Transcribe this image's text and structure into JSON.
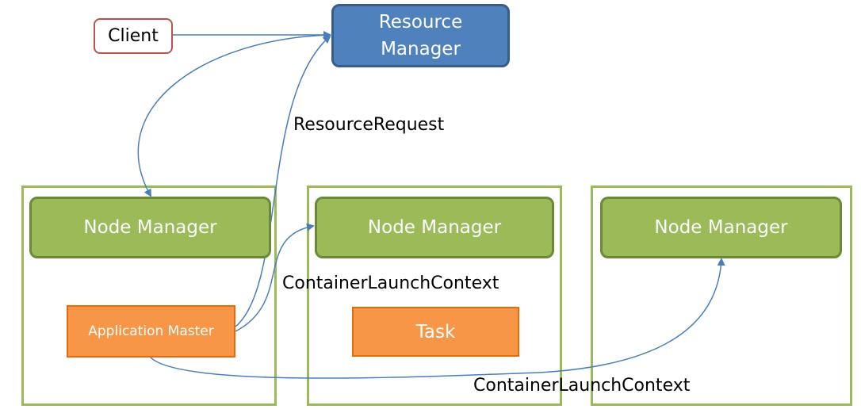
{
  "client": {
    "label": "Client"
  },
  "resource_manager": {
    "label": "Resource\nManager"
  },
  "node_managers": [
    {
      "label": "Node Manager"
    },
    {
      "label": "Node Manager"
    },
    {
      "label": "Node Manager"
    }
  ],
  "application_master": {
    "label": "Application Master"
  },
  "task": {
    "label": "Task"
  },
  "edge_labels": {
    "resource_request": "ResourceRequest",
    "container_launch_context_1": "ContainerLaunchContext",
    "container_launch_context_2": "ContainerLaunchContext"
  },
  "colors": {
    "client_border": "#c0504d",
    "resource_manager_fill": "#4f81bd",
    "node_manager_fill": "#9bbb59",
    "orange_fill": "#f79646",
    "arrow": "#4a7ebb"
  }
}
